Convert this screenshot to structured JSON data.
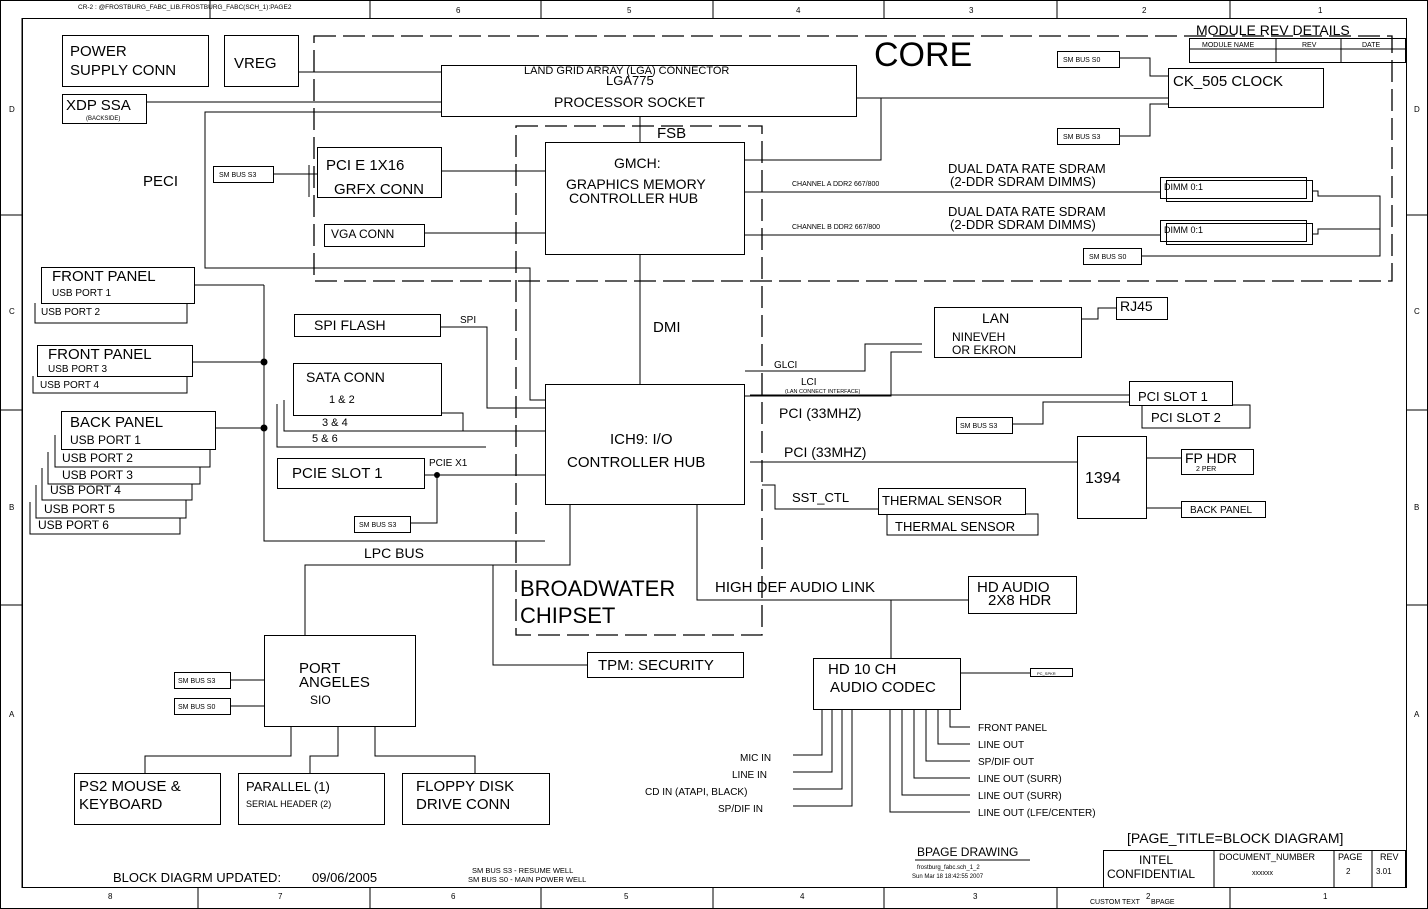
{
  "header": {
    "sheet_ref": "CR-2 : @FROSTBURG_FABC_LIB.FROSTBURG_FABC(SCH_1):PAGE2",
    "zone_cols": [
      "8",
      "7",
      "6",
      "5",
      "4",
      "3",
      "2",
      "1"
    ],
    "zone_rows": [
      "D",
      "C",
      "B",
      "A"
    ]
  },
  "regions": {
    "core": "CORE",
    "chipset_line1": "BROADWATER",
    "chipset_line2": "CHIPSET",
    "peci": "PECI"
  },
  "blocks": {
    "power_supply": [
      "POWER",
      "SUPPLY CONN"
    ],
    "vreg": "VREG",
    "xdp_ssa": "XDP SSA",
    "xdp_backside": "(BACKSIDE)",
    "lga": [
      "LAND GRID ARRAY (LGA) CONNECTOR",
      "LGA775",
      "PROCESSOR SOCKET"
    ],
    "fsb": "FSB",
    "gmch": [
      "GMCH:",
      "GRAPHICS MEMORY",
      "CONTROLLER HUB"
    ],
    "pcie_grfx": [
      "PCI E 1X16",
      "GRFX CONN"
    ],
    "vga": "VGA CONN",
    "ck505": "CK_505 CLOCK",
    "ddr_a": [
      "DUAL DATA RATE SDRAM",
      "(2-DDR SDRAM DIMMS)"
    ],
    "ddr_b": [
      "DUAL DATA RATE SDRAM",
      "(2-DDR SDRAM DIMMS)"
    ],
    "channel_a": "CHANNEL A DDR2 667/800",
    "channel_b": "CHANNEL B DDR2 667/800",
    "dimm_a": "DIMM 0:1",
    "dimm_b": "DIMM 0:1",
    "dmi": "DMI",
    "ich9": [
      "ICH9: I/O",
      "CONTROLLER HUB"
    ],
    "spi_flash": "SPI FLASH",
    "spi": "SPI",
    "sata": [
      "SATA CONN",
      "1 & 2",
      "3 & 4",
      "5 & 6"
    ],
    "pcie_slot1": "PCIE SLOT 1",
    "pcie_x1": "PCIE X1",
    "lan": [
      "LAN",
      "NINEVEH",
      "OR EKRON"
    ],
    "rj45": "RJ45",
    "glci": "GLCI",
    "lci": "LCI",
    "lci_sub": "(LAN CONNECT INTERFACE)",
    "pci_33_a": "PCI (33MHZ)",
    "pci_33_b": "PCI (33MHZ)",
    "pci_slot1": "PCI SLOT 1",
    "pci_slot2": "PCI SLOT 2",
    "ieee1394": "1394",
    "fp_hdr": "FP HDR",
    "fp_per": "2 PER",
    "back_panel_1394": "BACK PANEL",
    "sst_ctl": "SST_CTL",
    "thermal_1": "THERMAL SENSOR",
    "thermal_2": "THERMAL SENSOR",
    "lpc_bus": "LPC BUS",
    "hda_link": "HIGH DEF AUDIO LINK",
    "hd_audio_hdr": [
      "HD AUDIO",
      "2X8 HDR"
    ],
    "tpm": "TPM: SECURITY",
    "port_angeles": [
      "PORT",
      "ANGELES",
      "SIO"
    ],
    "ps2": [
      "PS2 MOUSE &",
      "KEYBOARD"
    ],
    "parallel": [
      "PARALLEL (1)",
      "SERIAL HEADER (2)"
    ],
    "floppy": [
      "FLOPPY DISK",
      "DRIVE CONN"
    ],
    "codec": [
      "HD 10 CH",
      "AUDIO CODEC"
    ],
    "pc_spkr": "PC_SPKR"
  },
  "usb": {
    "front_panel_1": "FRONT PANEL",
    "fp1_port1": "USB PORT 1",
    "fp1_port2": "USB PORT 2",
    "front_panel_2": "FRONT PANEL",
    "fp2_port3": "USB PORT 3",
    "fp2_port4": "USB PORT 4",
    "back_panel": "BACK PANEL",
    "bp_port1": "USB PORT 1",
    "bp_port2": "USB PORT 2",
    "bp_port3": "USB PORT 3",
    "bp_port4": "USB PORT 4",
    "bp_port5": "USB PORT 5",
    "bp_port6": "USB PORT 6"
  },
  "smbus": {
    "s0": "SM BUS S0",
    "s3": "SM BUS S3"
  },
  "audio_io_left": [
    "MIC IN",
    "LINE IN",
    "CD IN (ATAPI, BLACK)",
    "SP/DIF IN"
  ],
  "audio_io_right": [
    "FRONT PANEL",
    "LINE OUT",
    "SP/DIF OUT",
    "LINE OUT (SURR)",
    "LINE OUT (SURR)",
    "LINE OUT (LFE/CENTER)"
  ],
  "module_rev": {
    "title": "MODULE REV DETAILS",
    "col_name": "MODULE NAME",
    "col_rev": "REV",
    "col_date": "DATE"
  },
  "footer": {
    "updated_label": "BLOCK DIAGRM UPDATED:",
    "updated_date": "09/06/2005",
    "legend_s3": "SM BUS S3 - RESUME WELL",
    "legend_s0": "SM BUS S0 - MAIN POWER WELL",
    "bpage": "BPAGE DRAWING",
    "file": "frostburg_fabc.sch_1_2",
    "timestamp": "Sun Mar 18 18:42:55 2007",
    "page_title": "[PAGE_TITLE=BLOCK DIAGRAM]",
    "intel": "INTEL",
    "confidential": "CONFIDENTIAL",
    "doc_num_label": "DOCUMENT_NUMBER",
    "doc_num": "xxxxxx",
    "page_label": "PAGE",
    "page": "2",
    "rev_label": "REV",
    "rev": "3.01",
    "custom_text": "CUSTOM TEXT",
    "bpage_small": "BPAGE"
  }
}
